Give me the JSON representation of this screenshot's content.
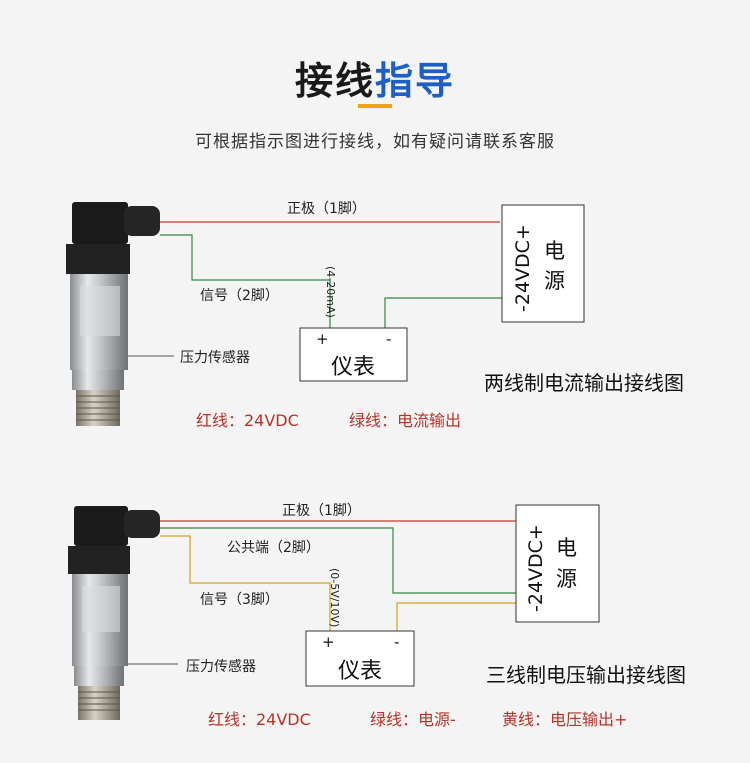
{
  "header": {
    "title_part1": "接线",
    "title_part2": "指导",
    "subtitle": "可根据指示图进行接线，如有疑问请联系客服"
  },
  "colors": {
    "title_accent": "#1e5fc6",
    "title_bar": "#f0a21a",
    "red_wire": "#c0392b",
    "green_wire": "#2e8b3e",
    "yellow_wire": "#d4a017",
    "note_text": "#b83228"
  },
  "diagram1": {
    "positive_label": "正极（1脚）",
    "signal_label": "信号（2脚）",
    "current_range": "(4-20mA)",
    "sensor_label": "压力传感器",
    "meter_plus": "+",
    "meter_minus": "-",
    "meter_label": "仪表",
    "supply_voltage": "-24VDC+",
    "supply_char1": "电",
    "supply_char2": "源",
    "caption": "两线制电流输出接线图",
    "notes": [
      "红线：24VDC",
      "绿线：电流输出"
    ]
  },
  "diagram2": {
    "positive_label": "正极（1脚）",
    "common_label": "公共端（2脚）",
    "signal_label": "信号（3脚）",
    "voltage_range": "(0-5V/10V)",
    "sensor_label": "压力传感器",
    "meter_plus": "+",
    "meter_minus": "-",
    "meter_label": "仪表",
    "supply_voltage": "-24VDC+",
    "supply_char1": "电",
    "supply_char2": "源",
    "caption": "三线制电压输出接线图",
    "notes": [
      "红线：24VDC",
      "绿线：电源-",
      "黄线：电压输出+"
    ]
  }
}
